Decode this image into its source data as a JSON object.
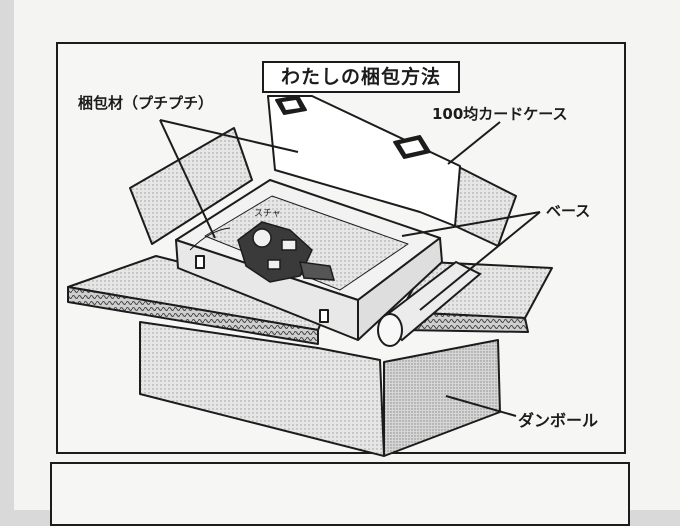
{
  "title": "わたしの梱包方法",
  "labels": {
    "cushion": "梱包材（プチプチ）",
    "case": "100均カードケース",
    "base": "ベース",
    "box": "ダンボール"
  },
  "sound_effect": "スチャ",
  "colors": {
    "ink": "#1c1c1c",
    "paper": "#f4f4f2",
    "cardboard": "#dcdcdc"
  }
}
